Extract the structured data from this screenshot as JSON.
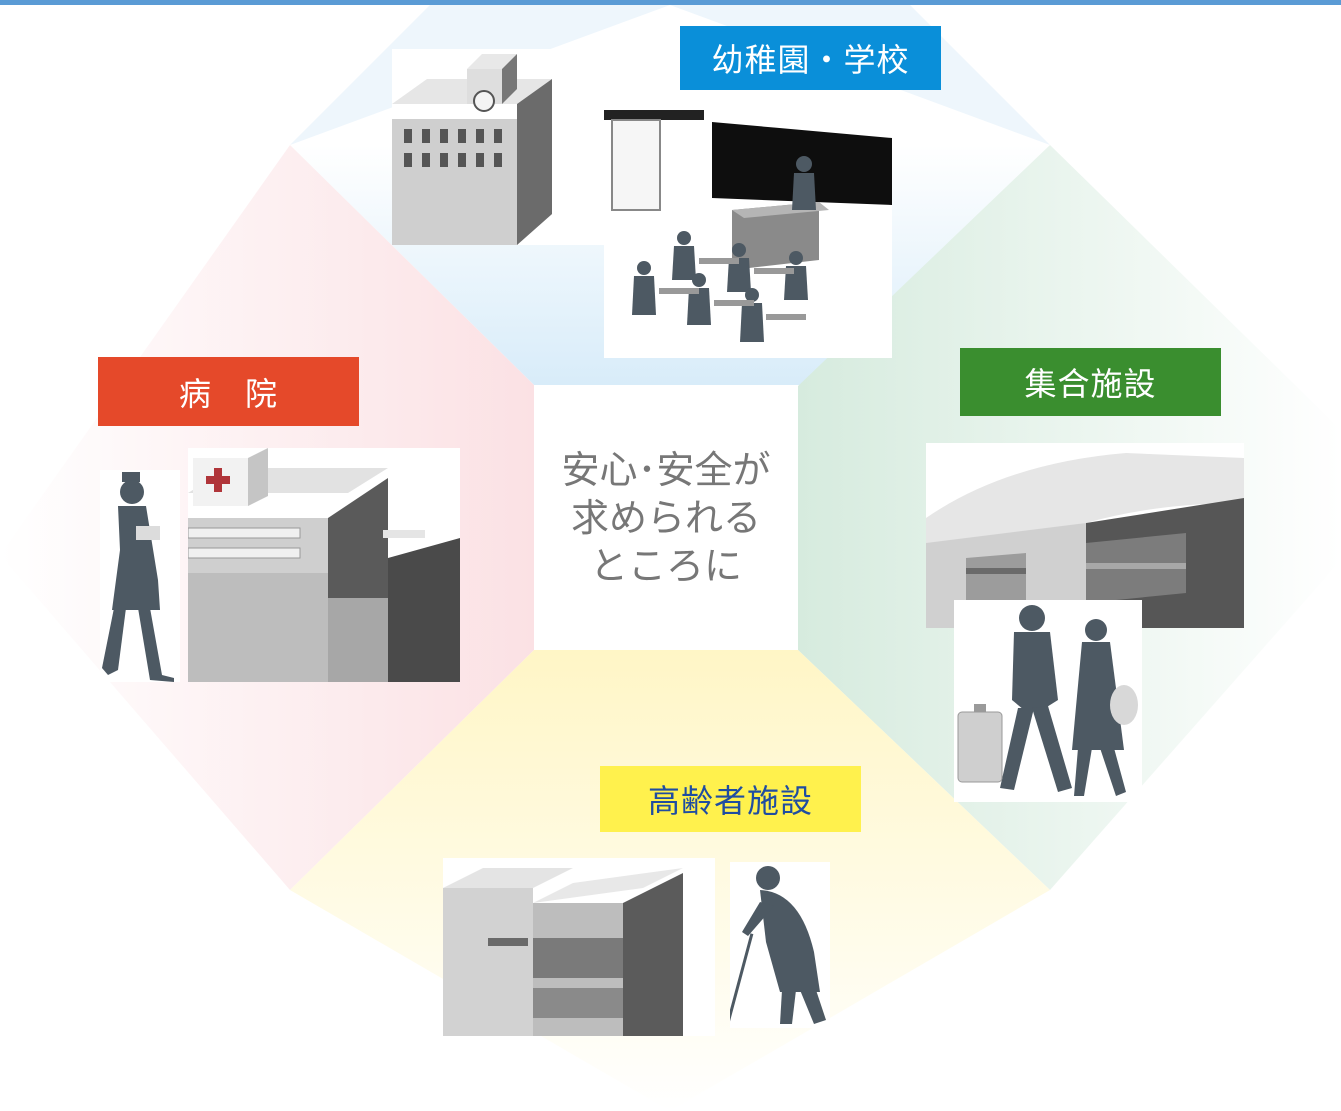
{
  "colors": {
    "top_bar": "#5a9bd5",
    "school_label": "#0a8fd9",
    "hospital_label": "#e5492a",
    "housing_label": "#3a8e2f",
    "elderly_label": "#fff14d",
    "elderly_label_text": "#1f4da1",
    "silhouette": "#4d5963"
  },
  "center": {
    "lines": [
      "安心･安全が",
      "求められる",
      "ところに"
    ]
  },
  "sections": {
    "school": {
      "label": "幼稚園・学校",
      "icon": "school-building-icon"
    },
    "hospital": {
      "label": "病　院",
      "icon": "hospital-building-icon"
    },
    "housing": {
      "label": "集合施設",
      "icon": "apartment-building-icon"
    },
    "elderly": {
      "label": "高齢者施設",
      "icon": "care-facility-icon"
    }
  }
}
